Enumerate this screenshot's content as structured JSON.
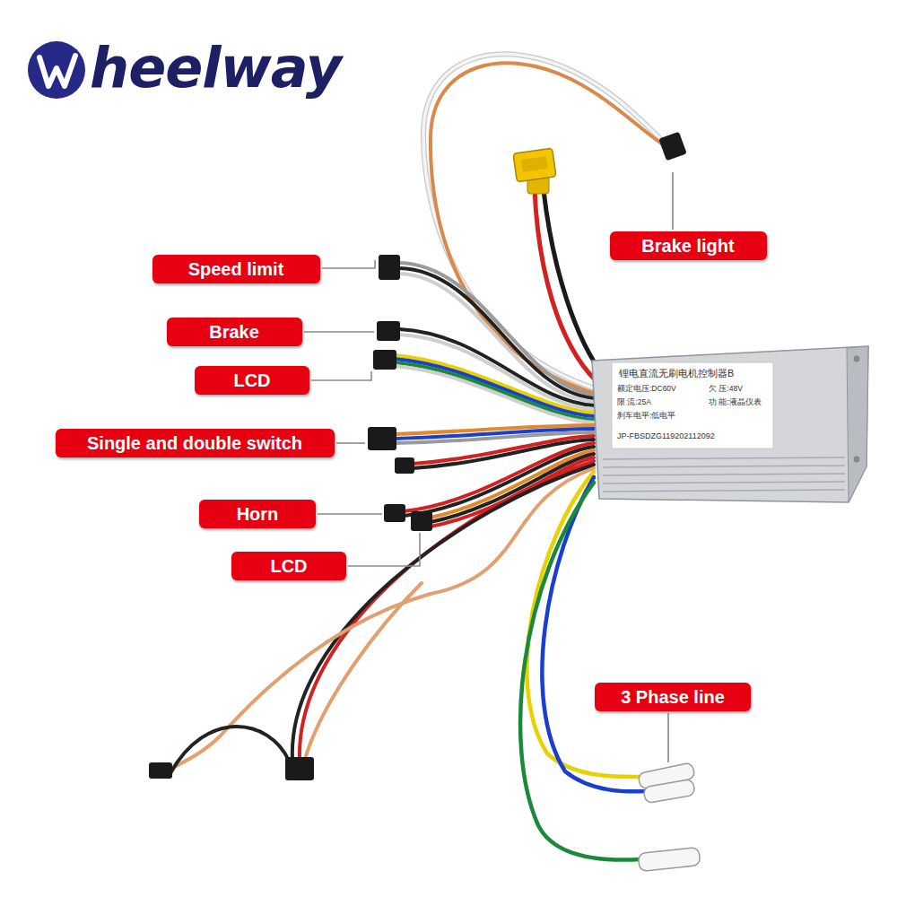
{
  "diagram": {
    "nodes": [
      {
        "text": [
          "Brake light"
        ]
      },
      {
        "text": [
          "Speed limit"
        ]
      },
      {
        "text": [
          "Brake"
        ]
      },
      {
        "text": [
          "LCD"
        ]
      },
      {
        "text": [
          "Single and double switch"
        ]
      },
      {
        "text": [
          "Horn"
        ]
      },
      {
        "text": [
          "LCD"
        ]
      },
      {
        "text": [
          "3 Phase line"
        ]
      }
    ],
    "labels": [
      "heelway",
      "锂电直流无刷电机控制器B",
      "额定电压:DC60V",
      "欠 压:48V",
      "限 流:25A",
      "功 能:液晶仪表",
      "刹车电平:低电平",
      "JP-FBSDZG119202112092"
    ]
  }
}
